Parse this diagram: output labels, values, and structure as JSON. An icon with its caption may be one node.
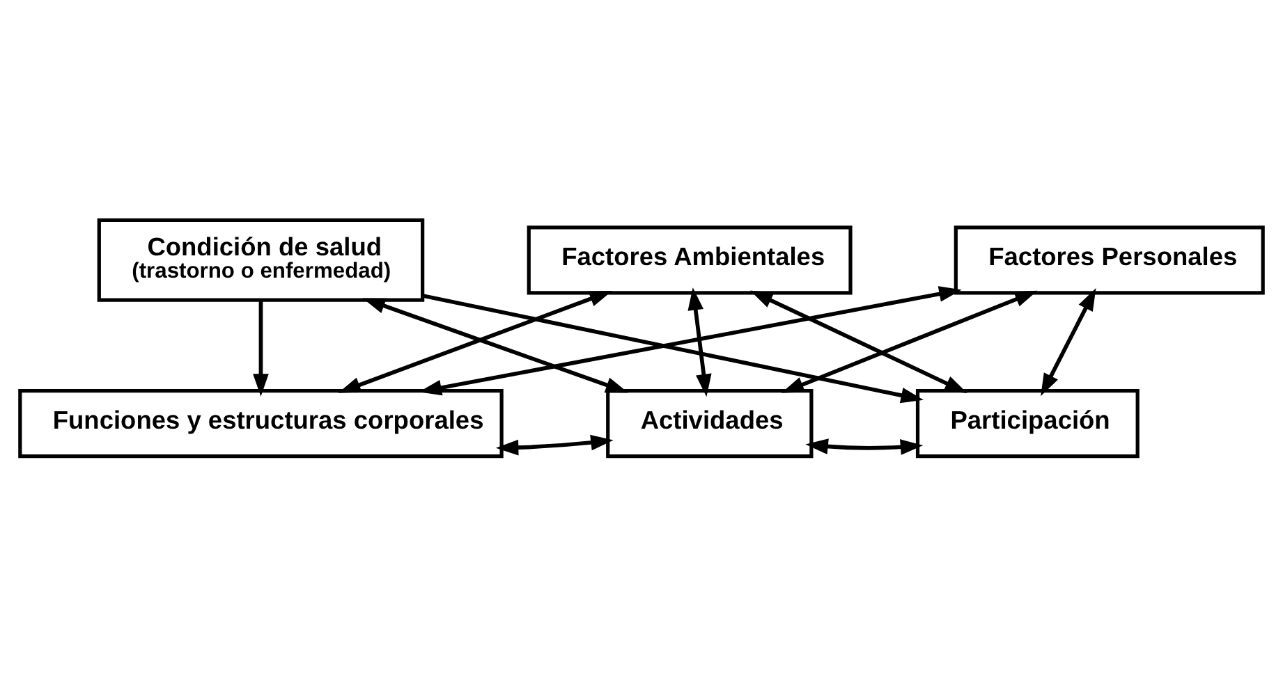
{
  "diagram": {
    "nodes": [
      {
        "text": [
          "Condición de salud",
          "(trastorno o enfermedad)"
        ]
      },
      {
        "text": [
          "Funciones y estructuras corporales"
        ]
      },
      {
        "text": [
          "Actividades"
        ]
      },
      {
        "text": [
          "Participación"
        ]
      },
      {
        "text": [
          "Factores Ambientales"
        ]
      },
      {
        "text": [
          "Factores Personales"
        ]
      }
    ],
    "edges": [
      {
        "from": 0,
        "to": 2,
        "arrow": "both"
      },
      {
        "from": 0,
        "to": 1,
        "arrow": "to"
      },
      {
        "from": 0,
        "to": 3,
        "arrow": "to"
      },
      {
        "from": 1,
        "to": 2,
        "arrow": "both"
      },
      {
        "from": 2,
        "to": 3,
        "arrow": "both"
      },
      {
        "from": 4,
        "to": 2,
        "arrow": "both"
      },
      {
        "from": 4,
        "to": 1,
        "arrow": "both"
      },
      {
        "from": 4,
        "to": 3,
        "arrow": "both"
      },
      {
        "from": 5,
        "to": 2,
        "arrow": "both"
      },
      {
        "from": 5,
        "to": 1,
        "arrow": "both"
      },
      {
        "from": 5,
        "to": 3,
        "arrow": "both"
      }
    ]
  }
}
